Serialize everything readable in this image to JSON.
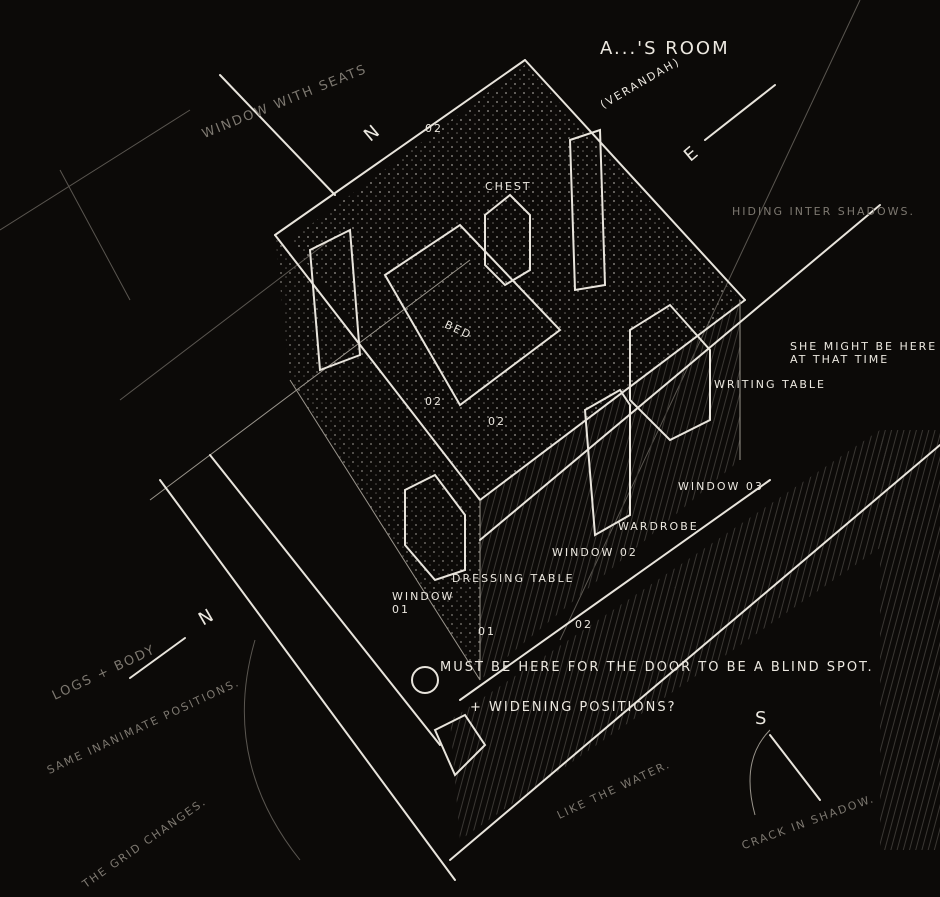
{
  "labels": {
    "window_with_seats": "WINDOW WITH SEATS",
    "room_title": "A...'S ROOM",
    "verandah": "(VERANDAH)",
    "north_top": "N",
    "east": "E",
    "south": "S",
    "north_left": "N",
    "chest": "CHEST",
    "bed": "BED",
    "hiding_shadows": "HIDING INTER SHADOWS.",
    "she_might": "SHE MIGHT BE HERE AT THAT TIME",
    "writing_table": "WRITING TABLE",
    "window_03": "WINDOW 03",
    "wardrobe": "WARDROBE",
    "window_02": "WINDOW 02",
    "dressing_table": "DRESSING TABLE",
    "window_01": "WINDOW 01",
    "num_02a": "02",
    "num_02b": "02",
    "num_02c": "02",
    "num_01": "01",
    "num_02d": "02",
    "blind_spot": "MUST BE HERE FOR THE DOOR TO BE A BLIND SPOT.",
    "widening": "+ WIDENING POSITIONS?",
    "like_water": "LIKE THE WATER.",
    "crack": "CRACK IN SHADOW.",
    "logs_body": "LOGS + BODY",
    "same_inanimate": "SAME INANIMATE POSITIONS.",
    "grid_changes": "THE GRID CHANGES."
  },
  "colors": {
    "background": "#0c0a08",
    "ink": "#e8e4dc"
  }
}
